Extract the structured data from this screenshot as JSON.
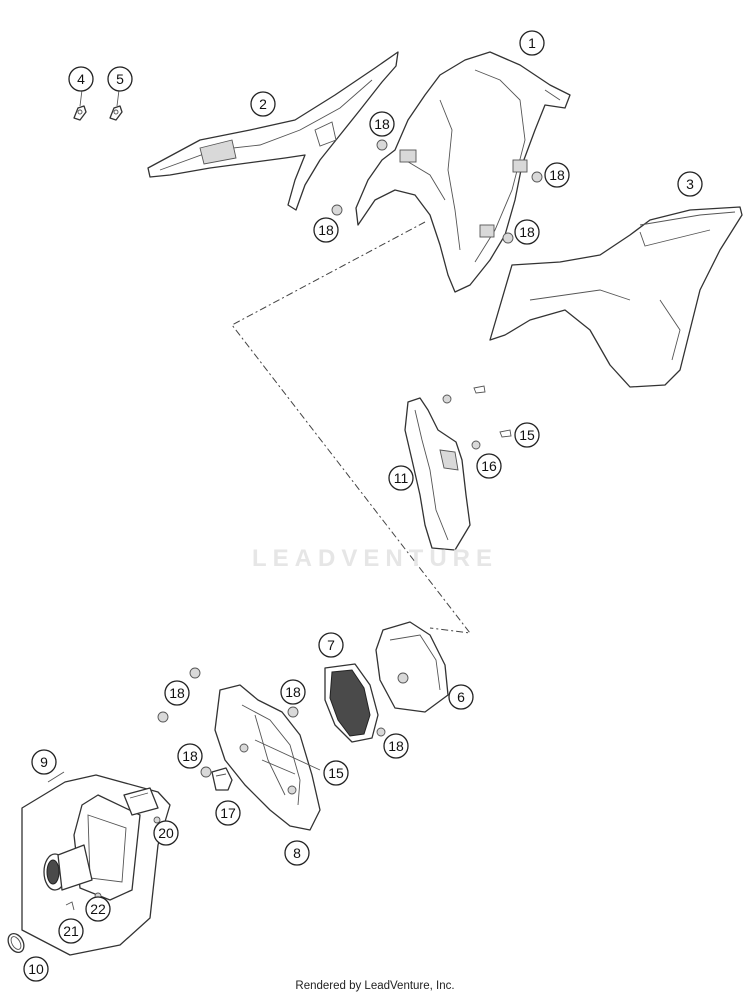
{
  "watermark": "LEADVENTURE",
  "credit": "Rendered by LeadVenture, Inc.",
  "callouts": {
    "c1": "1",
    "c2": "2",
    "c3": "3",
    "c4": "4",
    "c5": "5",
    "c6": "6",
    "c7": "7",
    "c8": "8",
    "c9": "9",
    "c10": "10",
    "c11": "11",
    "c15a": "15",
    "c15b": "15",
    "c16": "16",
    "c17": "17",
    "c18a": "18",
    "c18b": "18",
    "c18c": "18",
    "c18d": "18",
    "c18e": "18",
    "c18f": "18",
    "c18g": "18",
    "c18h": "18",
    "c20": "20",
    "c21": "21",
    "c22": "22"
  }
}
